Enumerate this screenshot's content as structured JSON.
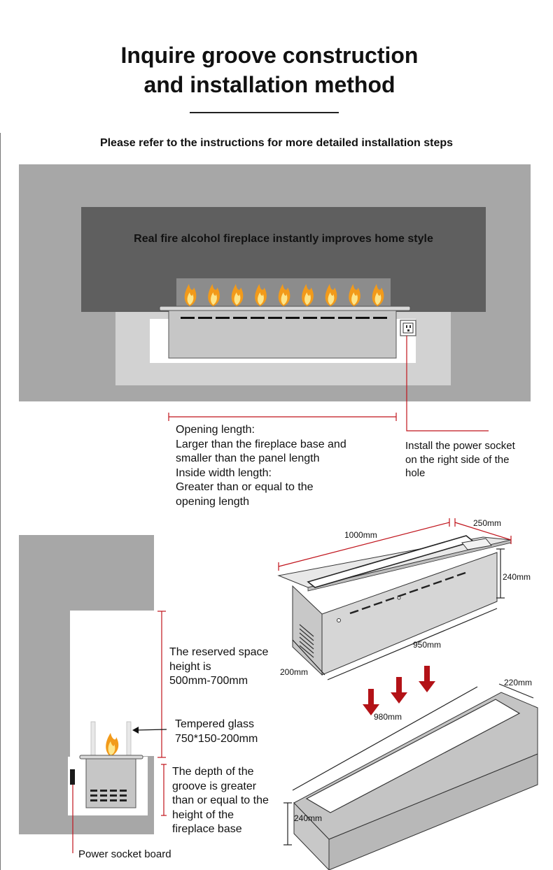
{
  "header": {
    "title_line1": "Inquire groove construction",
    "title_line2": "and installation method",
    "subtitle": "Please refer to the instructions for more detailed installation steps"
  },
  "front_view": {
    "banner_text": "Real fire alcohol fireplace instantly improves home style",
    "opening_note": [
      "Opening length:",
      "Larger than the fireplace base and",
      "smaller than the panel length",
      "Inside width length:",
      "Greater than or equal to the",
      "opening length"
    ],
    "socket_note": [
      "Install the power socket",
      "on the right side of the",
      "hole"
    ],
    "flame_count": 9
  },
  "side_view": {
    "reserved_space_note": [
      "The reserved space",
      "height is",
      "500mm-700mm"
    ],
    "glass_note": [
      "Tempered glass",
      "750*150-200mm"
    ],
    "groove_depth_note": [
      "The depth of the",
      "groove is greater",
      "than or equal to the",
      "height of the",
      "fireplace base"
    ],
    "socket_board_label": "Power socket board"
  },
  "dimensions": {
    "burner_length": "1000mm",
    "burner_depth": "250mm",
    "burner_height": "240mm",
    "base_length": "950mm",
    "base_depth": "200mm",
    "groove_length": "980mm",
    "groove_depth": "220mm",
    "groove_height": "240mm"
  },
  "colors": {
    "wall_gray": "#a7a7a7",
    "dark_panel": "#5f5f5f",
    "light_gray": "#d2d2d2",
    "steel": "#c6c6c6",
    "guide_red": "#c0141c",
    "arrow_red": "#b31217",
    "flame_orange": "#f29a1a"
  }
}
